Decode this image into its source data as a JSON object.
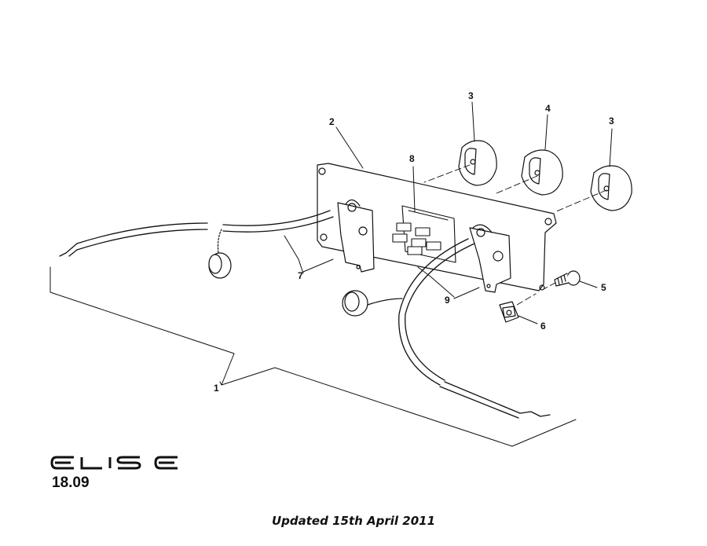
{
  "callouts": {
    "c1": "1",
    "c2": "2",
    "c3a": "3",
    "c3b": "3",
    "c4": "4",
    "c5": "5",
    "c6": "6",
    "c7": "7",
    "c8": "8",
    "c9": "9"
  },
  "brand": "ELISE",
  "model_code": "18.09",
  "updated_note": "Updated 15th April 2011",
  "colors": {
    "ink": "#111111",
    "background": "#ffffff"
  },
  "icons": [
    "elise-logo"
  ]
}
